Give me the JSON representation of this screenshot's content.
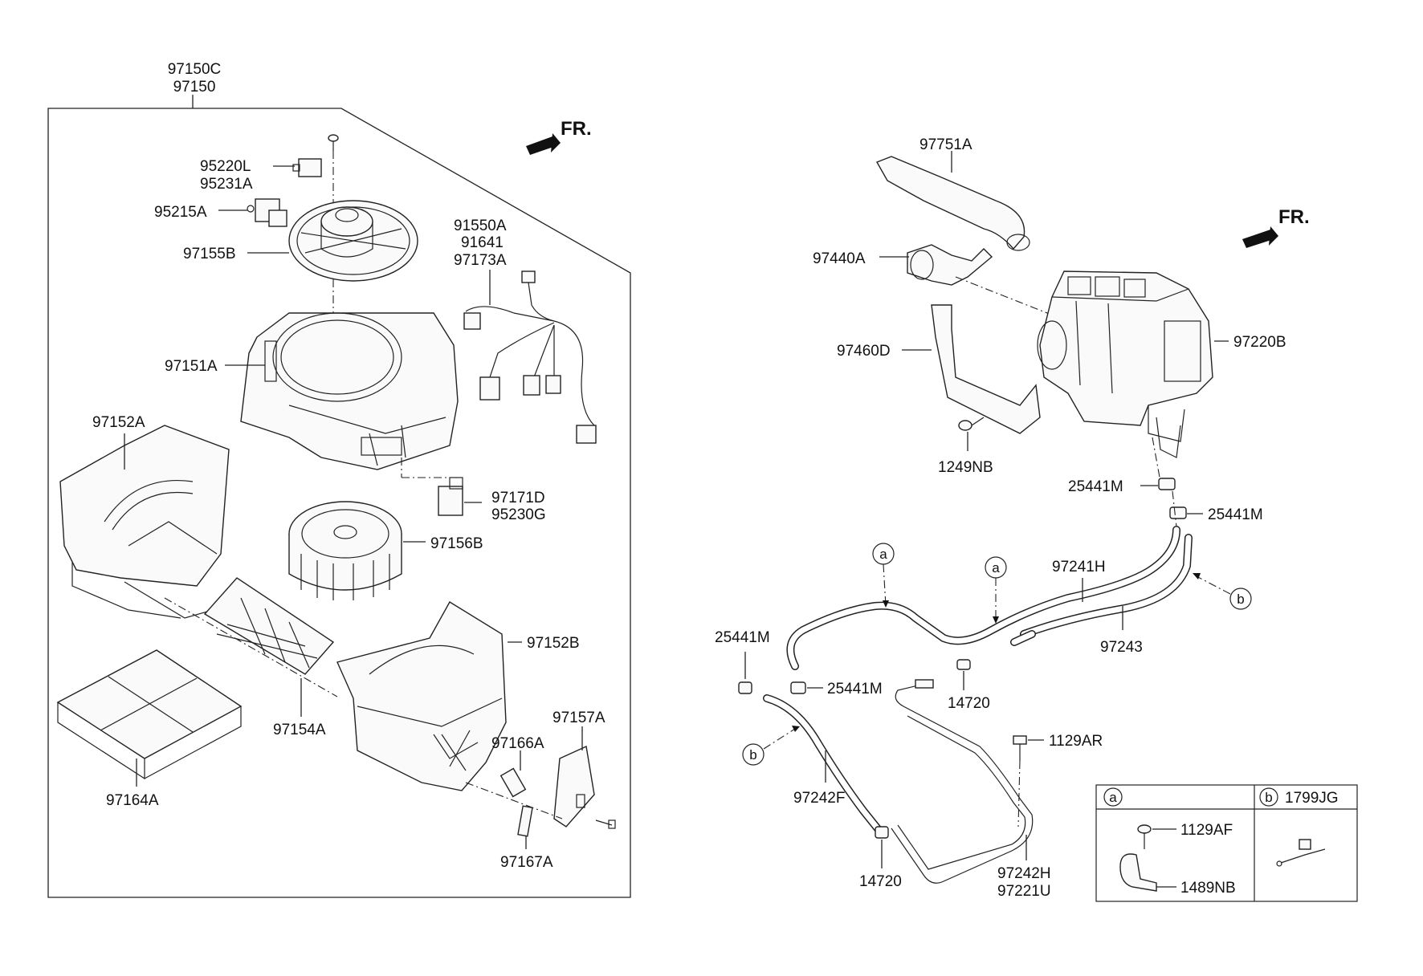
{
  "left_group": {
    "header": [
      "97150C",
      "97150"
    ],
    "direction": "FR."
  },
  "right_group": {
    "direction": "FR."
  },
  "labels": {
    "p95220L": "95220L",
    "p95231A": "95231A",
    "p95215A": "95215A",
    "p97155B": "97155B",
    "p91550A": "91550A",
    "p91641": "91641",
    "p97173A": "97173A",
    "p97151A": "97151A",
    "p97152A": "97152A",
    "p97171D": "97171D",
    "p95230G": "95230G",
    "p97156B": "97156B",
    "p97152B": "97152B",
    "p97154A": "97154A",
    "p97157A": "97157A",
    "p97166A": "97166A",
    "p97164A": "97164A",
    "p97167A": "97167A",
    "p97751A": "97751A",
    "p97440A": "97440A",
    "p97460D": "97460D",
    "p97220B": "97220B",
    "p1249NB": "1249NB",
    "p25441M_1": "25441M",
    "p25441M_2": "25441M",
    "p25441M_3": "25441M",
    "p25441M_4": "25441M",
    "p97241H": "97241H",
    "p97243": "97243",
    "p14720_1": "14720",
    "p14720_2": "14720",
    "p1129AR": "1129AR",
    "p97242F": "97242F",
    "p97242H": "97242H",
    "p97221U": "97221U"
  },
  "callouts": {
    "a": "a",
    "b": "b"
  },
  "legend": {
    "cell_a": {
      "key": "a",
      "parts": [
        "1129AF",
        "1489NB"
      ]
    },
    "cell_b": {
      "key": "b",
      "part": "1799JG"
    }
  }
}
